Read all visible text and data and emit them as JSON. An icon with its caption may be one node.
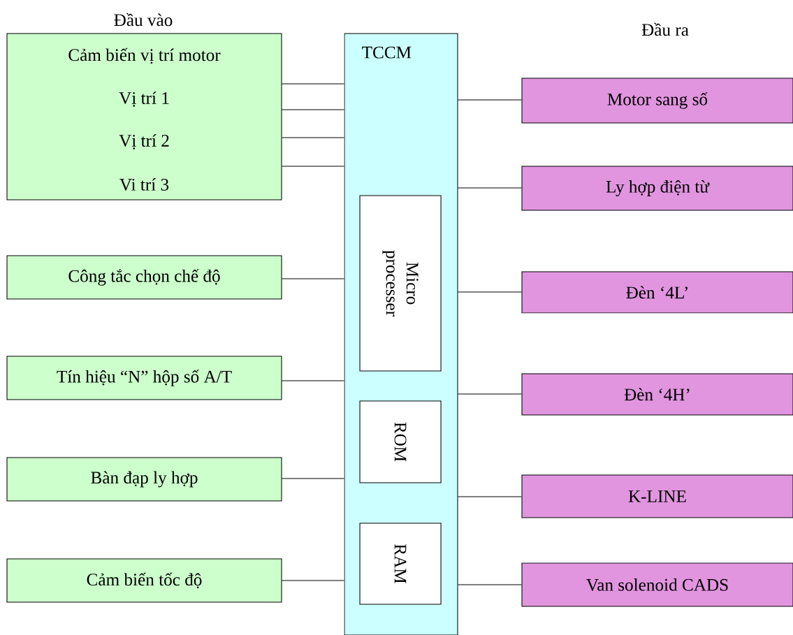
{
  "diagram": {
    "nodes": [
      {
        "text": [
          "Cảm biến vị trí motor",
          "Vị trí 1",
          "Vị trí 2",
          "Vi trí 3"
        ]
      },
      {
        "text": [
          "Công tắc chọn chế độ"
        ]
      },
      {
        "text": [
          "Tín hiệu “N” hộp số A/T"
        ]
      },
      {
        "text": [
          "Bàn đạp ly hợp"
        ]
      },
      {
        "text": [
          "Cảm biến tốc độ"
        ]
      },
      {
        "text": [
          "TCCM"
        ]
      },
      {
        "text": [
          "Micro processer"
        ],
        "in": 5
      },
      {
        "text": [
          "ROM"
        ],
        "in": 5
      },
      {
        "text": [
          "RAM"
        ],
        "in": 5
      },
      {
        "text": [
          "Motor sang số"
        ]
      },
      {
        "text": [
          "Ly hợp điện từ"
        ]
      },
      {
        "text": [
          "Đèn ‘4L’"
        ]
      },
      {
        "text": [
          "Đèn ‘4H’"
        ]
      },
      {
        "text": [
          "K-LINE"
        ]
      },
      {
        "text": [
          "Van solenoid CADS"
        ]
      }
    ],
    "edges": [
      {
        "from": 0,
        "to": 5,
        "arrow": "none"
      },
      {
        "from": 0,
        "to": 5,
        "arrow": "none"
      },
      {
        "from": 0,
        "to": 5,
        "arrow": "none"
      },
      {
        "from": 0,
        "to": 5,
        "arrow": "none"
      },
      {
        "from": 1,
        "to": 5,
        "arrow": "none"
      },
      {
        "from": 2,
        "to": 5,
        "arrow": "none"
      },
      {
        "from": 3,
        "to": 5,
        "arrow": "none"
      },
      {
        "from": 4,
        "to": 5,
        "arrow": "none"
      },
      {
        "from": 5,
        "to": 9,
        "arrow": "none"
      },
      {
        "from": 5,
        "to": 10,
        "arrow": "none"
      },
      {
        "from": 5,
        "to": 11,
        "arrow": "none"
      },
      {
        "from": 5,
        "to": 12,
        "arrow": "none"
      },
      {
        "from": 5,
        "to": 13,
        "arrow": "none"
      },
      {
        "from": 5,
        "to": 14,
        "arrow": "none"
      }
    ],
    "labels": [
      "Đầu vào",
      "Đầu ra"
    ]
  }
}
